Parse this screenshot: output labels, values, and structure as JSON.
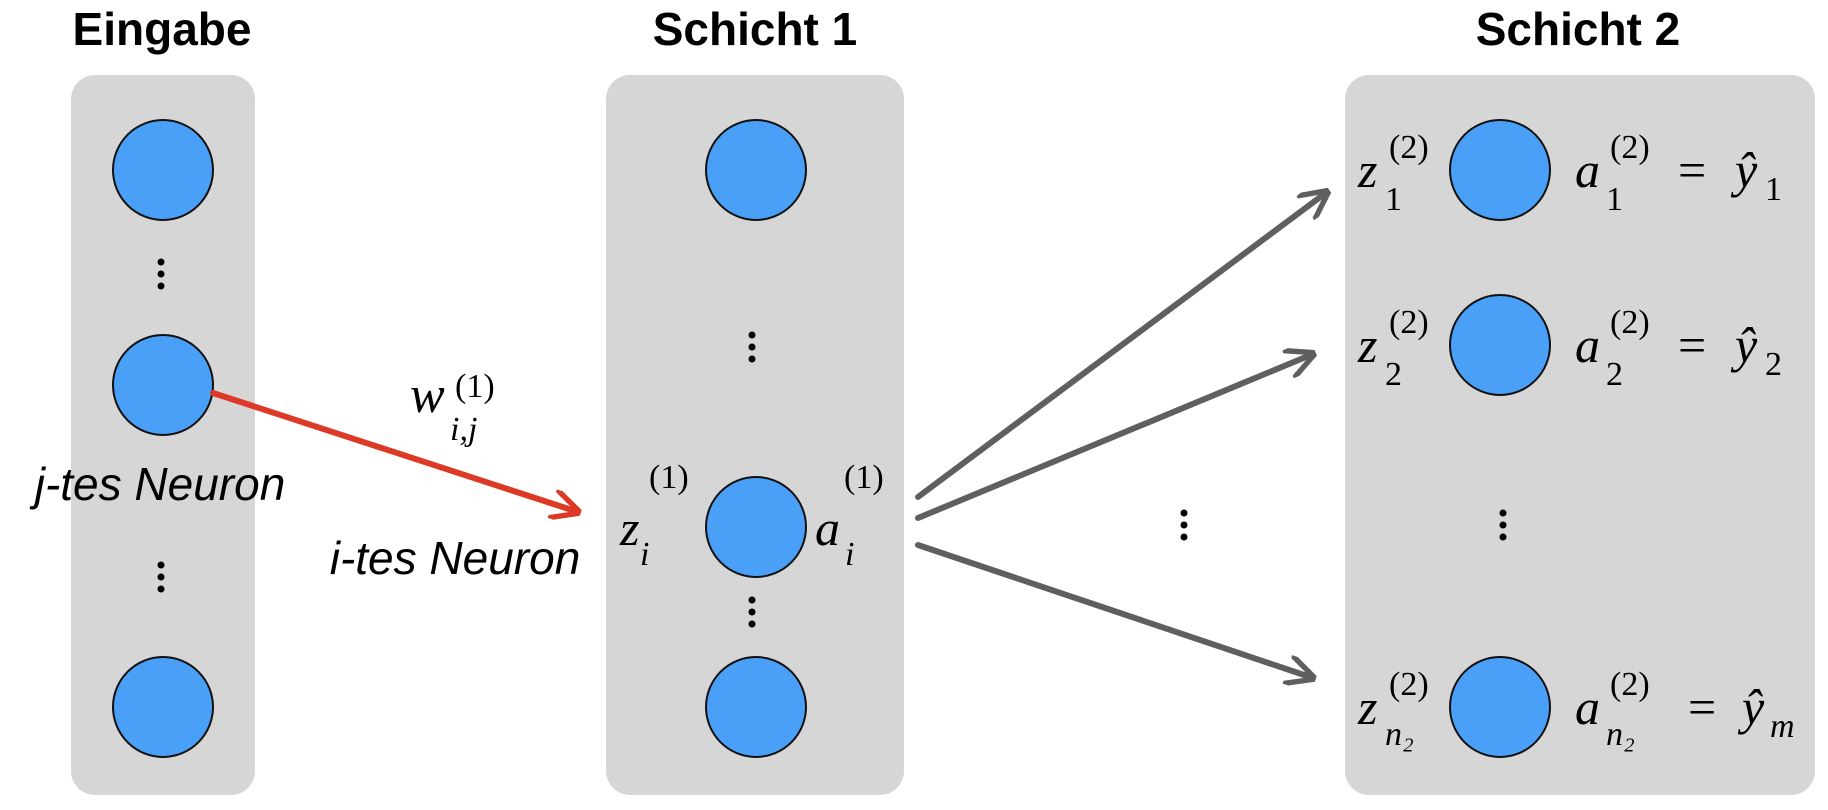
{
  "layers": {
    "input": {
      "title": "Eingabe"
    },
    "hidden": {
      "title": "Schicht 1"
    },
    "output": {
      "title": "Schicht 2"
    }
  },
  "labels": {
    "j_neuron": "j-tes Neuron",
    "i_neuron": "i-tes Neuron"
  },
  "math": {
    "weight": {
      "base": "w",
      "sub": "i,j",
      "sup": "(1)"
    },
    "hidden_z": {
      "base": "z",
      "sub": "i",
      "sup": "(1)"
    },
    "hidden_a": {
      "base": "a",
      "sub": "i",
      "sup": "(1)"
    },
    "output_rows": [
      {
        "z_base": "z",
        "z_sub": "1",
        "z_sup": "(2)",
        "a_base": "a",
        "a_sub": "1",
        "a_sup": "(2)",
        "eq": "=",
        "y_base": "ŷ",
        "y_sub": "1"
      },
      {
        "z_base": "z",
        "z_sub": "2",
        "z_sup": "(2)",
        "a_base": "a",
        "a_sub": "2",
        "a_sup": "(2)",
        "eq": "=",
        "y_base": "ŷ",
        "y_sub": "2"
      },
      {
        "z_base": "z",
        "z_sub": "n₂",
        "z_sup": "(2)",
        "a_base": "a",
        "a_sub": "n₂",
        "a_sup": "(2)",
        "eq": "=",
        "y_base": "ŷ",
        "y_sub": "m"
      }
    ]
  },
  "colors": {
    "neuron_fill": "#4aa0f7",
    "panel_fill": "#d6d6d6",
    "weight_arrow": "#dc3a26",
    "output_arrows": "#5f5f5f"
  },
  "icons": {
    "ellipsis": "vertical-ellipsis-icon"
  }
}
